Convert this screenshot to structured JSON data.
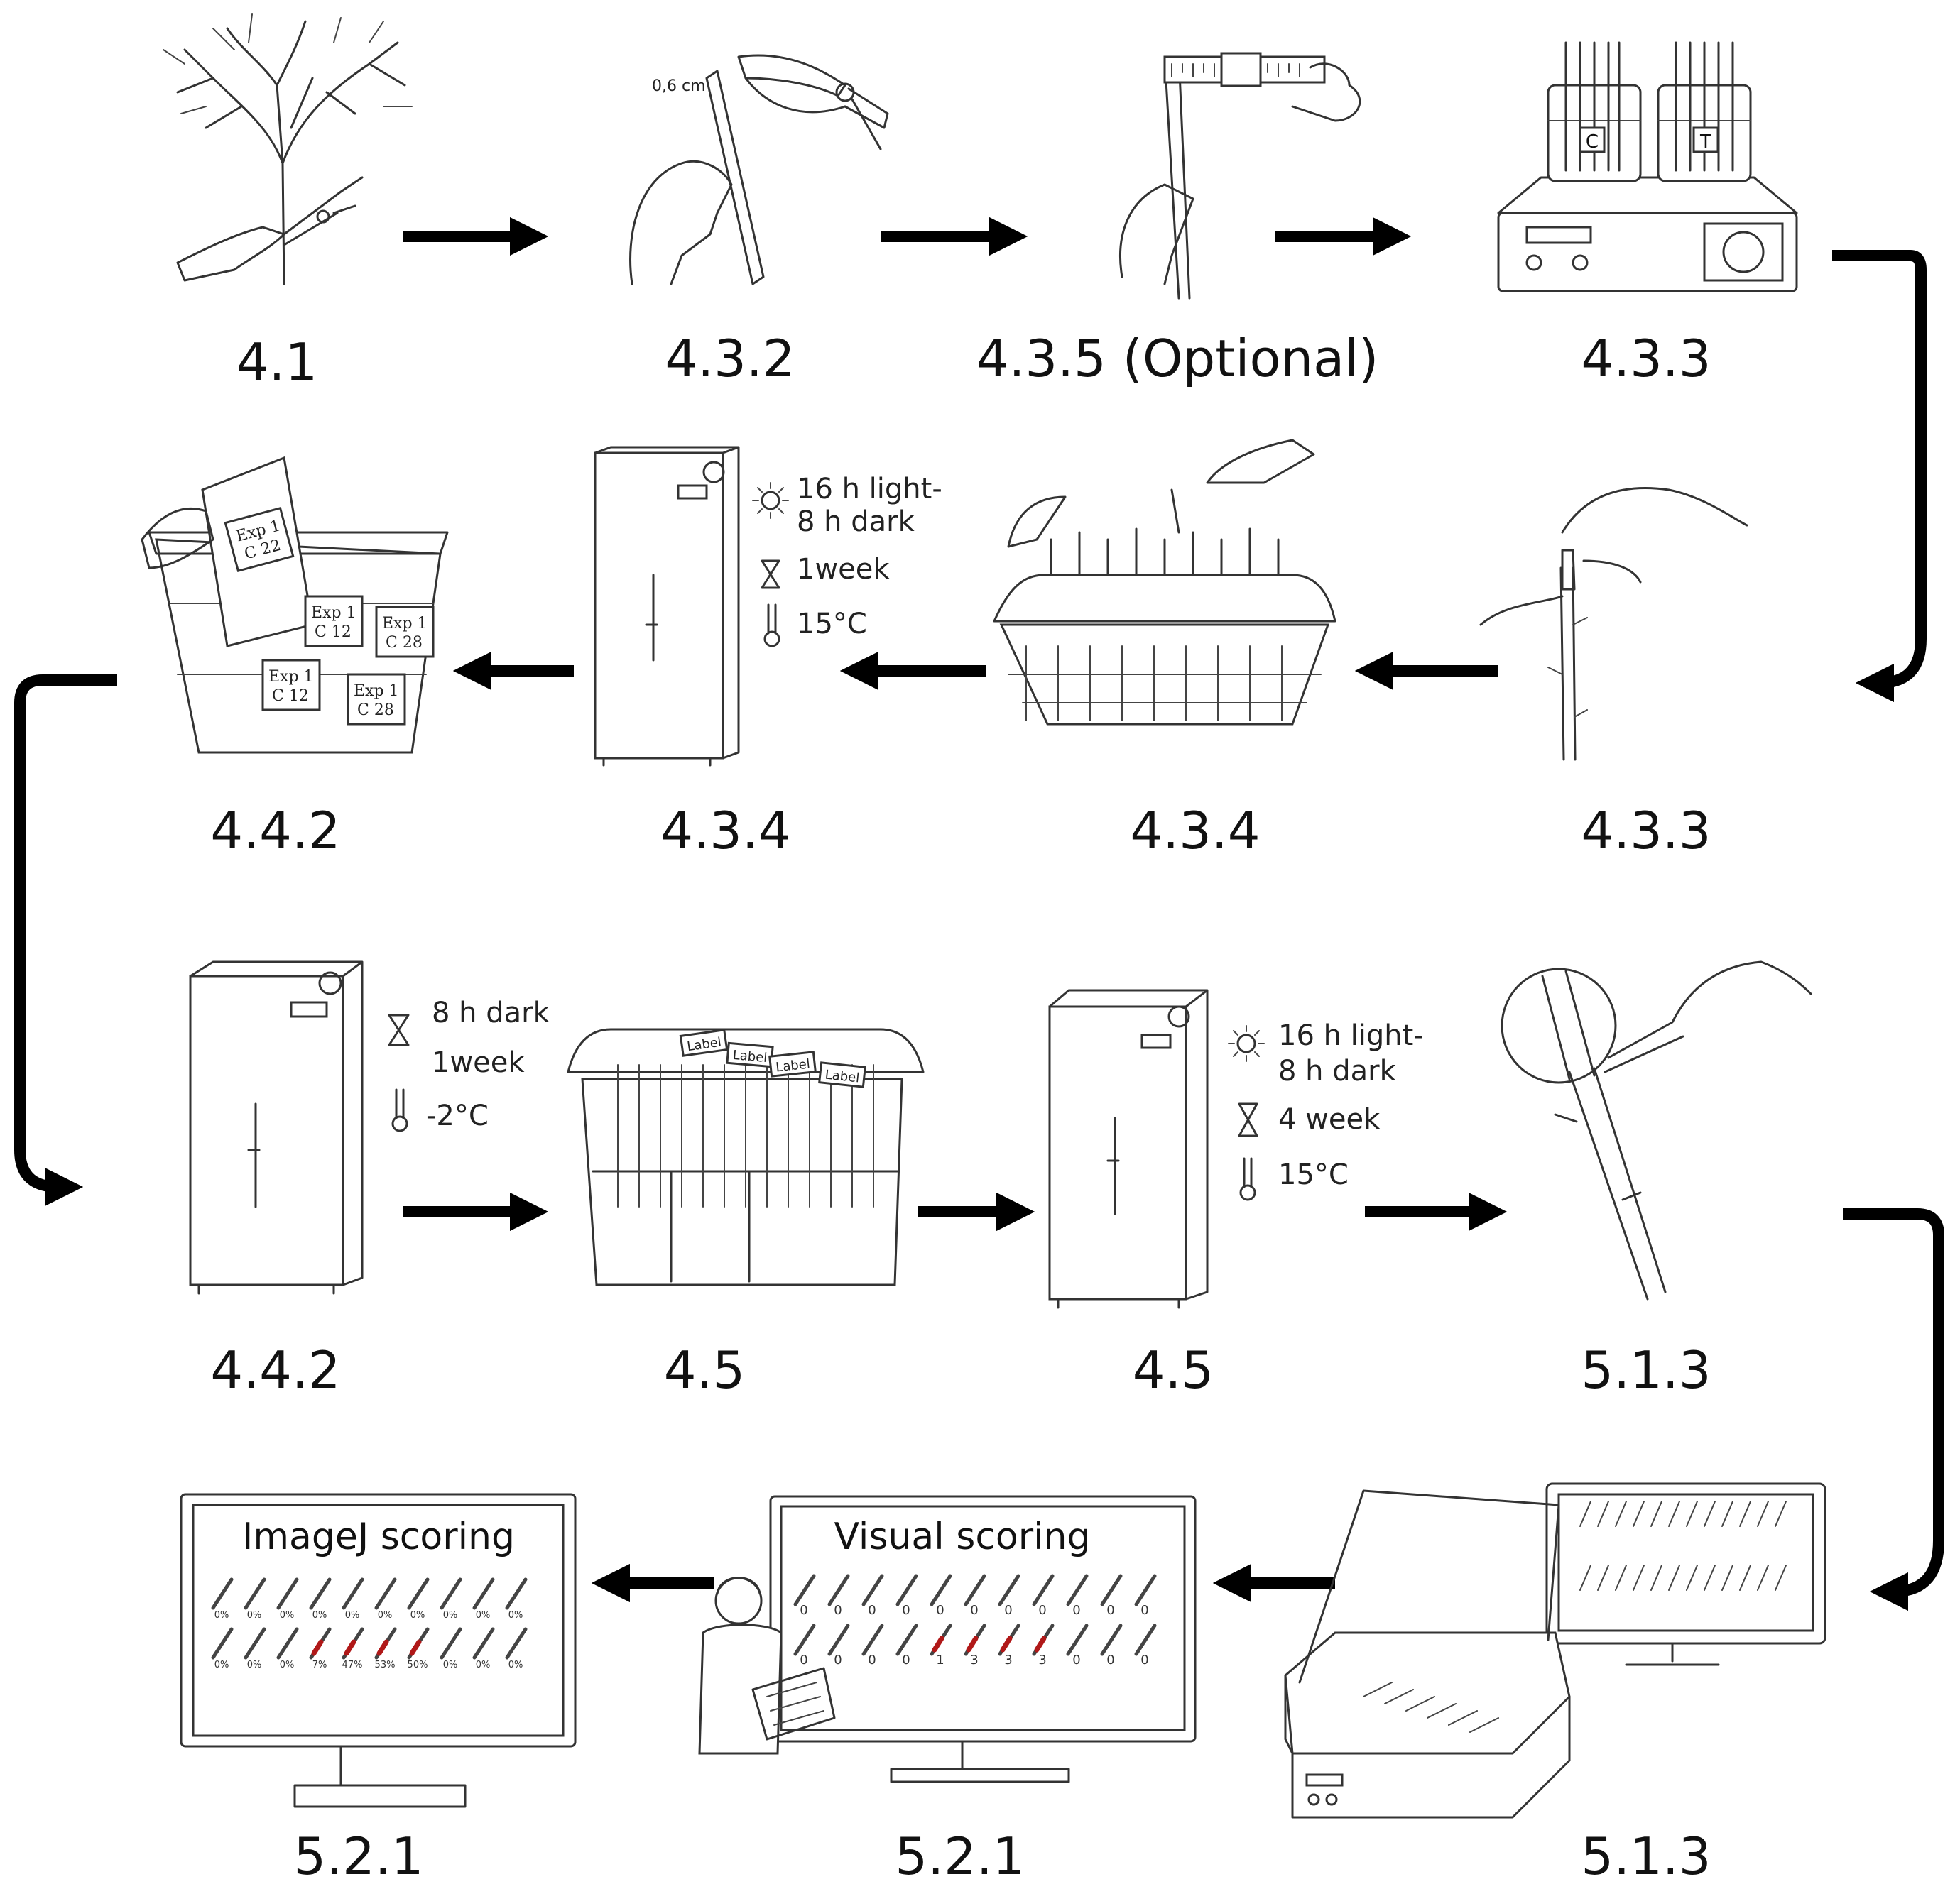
{
  "steps": [
    {
      "id": "step-4-1",
      "label": "4.1",
      "icon": "tree-pruning-icon"
    },
    {
      "id": "step-4-3-2",
      "label": "4.3.2",
      "icon": "cutting-shears-icon",
      "annotation": "0,6 cm"
    },
    {
      "id": "step-4-3-5",
      "label": "4.3.5 (Optional)",
      "icon": "caliper-measure-icon"
    },
    {
      "id": "step-4-3-3-a",
      "label": "4.3.3",
      "icon": "beakers-stirrer-icon",
      "beaker_labels": [
        "C",
        "T"
      ]
    },
    {
      "id": "step-4-3-3-b",
      "label": "4.3.3",
      "icon": "wrap-shoot-icon"
    },
    {
      "id": "step-4-3-4-a",
      "label": "4.3.4",
      "icon": "basket-shoots-icon"
    },
    {
      "id": "step-4-3-4-b",
      "label": "4.3.4",
      "icon": "growth-chamber-icon",
      "conditions": {
        "light": "16 h light-",
        "dark": "8 h dark",
        "duration": "1week",
        "temperature": "15°C"
      }
    },
    {
      "id": "step-4-4-2-a",
      "label": "4.4.2",
      "icon": "labeled-bags-tray-icon",
      "bag_labels": [
        "Exp 1",
        "C 22",
        "Exp 1",
        "C 12",
        "Exp 1",
        "C 28",
        "Exp 1",
        "C 12",
        "Exp 1",
        "C 28"
      ]
    },
    {
      "id": "step-4-4-2-b",
      "label": "4.4.2",
      "icon": "freezer-chamber-icon",
      "conditions": {
        "dark": "8 h dark",
        "duration": "1week",
        "temperature": "-2°C"
      }
    },
    {
      "id": "step-4-5-a",
      "label": "4.5",
      "icon": "labeled-box-shoots-icon",
      "tag_labels": [
        "Label",
        "Label",
        "Label",
        "Label"
      ]
    },
    {
      "id": "step-4-5-b",
      "label": "4.5",
      "icon": "growth-chamber-icon",
      "conditions": {
        "light": "16 h light-",
        "dark": "8 h dark",
        "duration": "4 week",
        "temperature": "15°C"
      }
    },
    {
      "id": "step-5-1-3-a",
      "label": "5.1.3",
      "icon": "shoot-inspection-icon"
    },
    {
      "id": "step-5-1-3-b",
      "label": "5.1.3",
      "icon": "scanner-monitor-icon"
    },
    {
      "id": "step-5-2-1-a",
      "label": "5.2.1",
      "icon": "visual-scoring-monitor-icon",
      "screen_title": "Visual scoring",
      "scores_row1": [
        "0",
        "0",
        "0",
        "0",
        "0",
        "0",
        "0",
        "0",
        "0",
        "0",
        "0"
      ],
      "scores_row2": [
        "0",
        "0",
        "0",
        "0",
        "1",
        "3",
        "3",
        "3",
        "0",
        "0",
        "0"
      ]
    },
    {
      "id": "step-5-2-1-b",
      "label": "5.2.1",
      "icon": "imagej-scoring-monitor-icon",
      "screen_title": "ImageJ scoring",
      "scores_row1": [
        "0%",
        "0%",
        "0%",
        "0%",
        "0%",
        "0%",
        "0%",
        "0%",
        "0%",
        "0%"
      ],
      "scores_row2": [
        "0%",
        "0%",
        "0%",
        "7%",
        "47%",
        "53%",
        "50%",
        "0%",
        "0%",
        "0%"
      ]
    }
  ],
  "colors": {
    "line": "#333333",
    "arrow": "#000000",
    "lesion": "#b01818"
  }
}
